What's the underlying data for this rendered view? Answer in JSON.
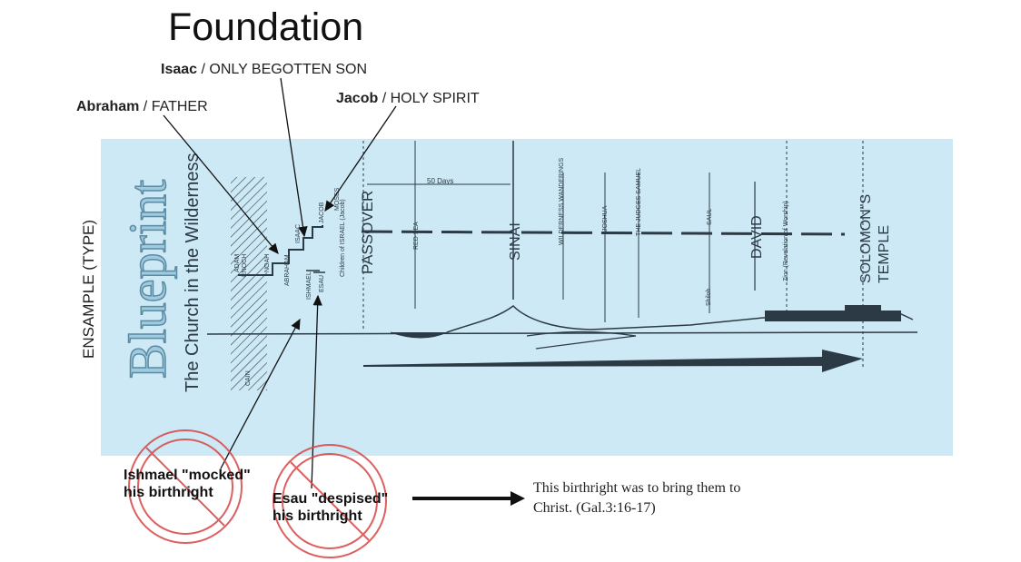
{
  "title": "Foundation",
  "labels": {
    "isaac": {
      "name": "Isaac",
      "role": "ONLY BEGOTTEN SON"
    },
    "abraham": {
      "name": "Abraham",
      "role": "FATHER"
    },
    "jacob": {
      "name": "Jacob",
      "role": "HOLY SPIRIT"
    }
  },
  "side_label": "ENSAMPLE (TYPE)",
  "blueprint": {
    "heading": "Blueprint",
    "subtitle": "The Church in the Wilderness",
    "fifty_days": "50 Days",
    "small_labels": {
      "adam": "ADAM",
      "enoch": "ENOCH",
      "noah": "NOAH",
      "abraham": "ABRAHAM",
      "isaac": "ISAAC",
      "jacob": "JACOB",
      "ishmael": "ISHMAEL",
      "esau": "ESAU",
      "moses": "MOSES",
      "children": "Children of ISRAEL (Jacob)",
      "cain": "CAIN",
      "wilderness": "WILDERNESS WANDERINGS",
      "joshua": "JOSHUA",
      "judges": "THE JUDGES SAMUEL",
      "saul": "SAUL",
      "shiloh": "Shiloh",
      "zion": "Zion (Revelation of Worship)"
    },
    "major": {
      "passover": "PASSOVER",
      "red_sea": "RED SEA",
      "sinai": "SINAI",
      "david": "DAVID",
      "temple": "SOLOMON\"S TEMPLE"
    },
    "colors": {
      "background": "#cde9f5",
      "ink": "#2b3a44",
      "heading_fill": "#9ecbe0"
    }
  },
  "negations": {
    "ishmael": {
      "line1": "Ishmael \"mocked\"",
      "line2": "his birthright"
    },
    "esau": {
      "line1": "Esau \"despised\"",
      "line2": "his birthright"
    },
    "stamp_color": "#d64545"
  },
  "note": {
    "line1": "This birthright was to bring them to",
    "line2": "Christ. (Gal.3:16-17)"
  }
}
